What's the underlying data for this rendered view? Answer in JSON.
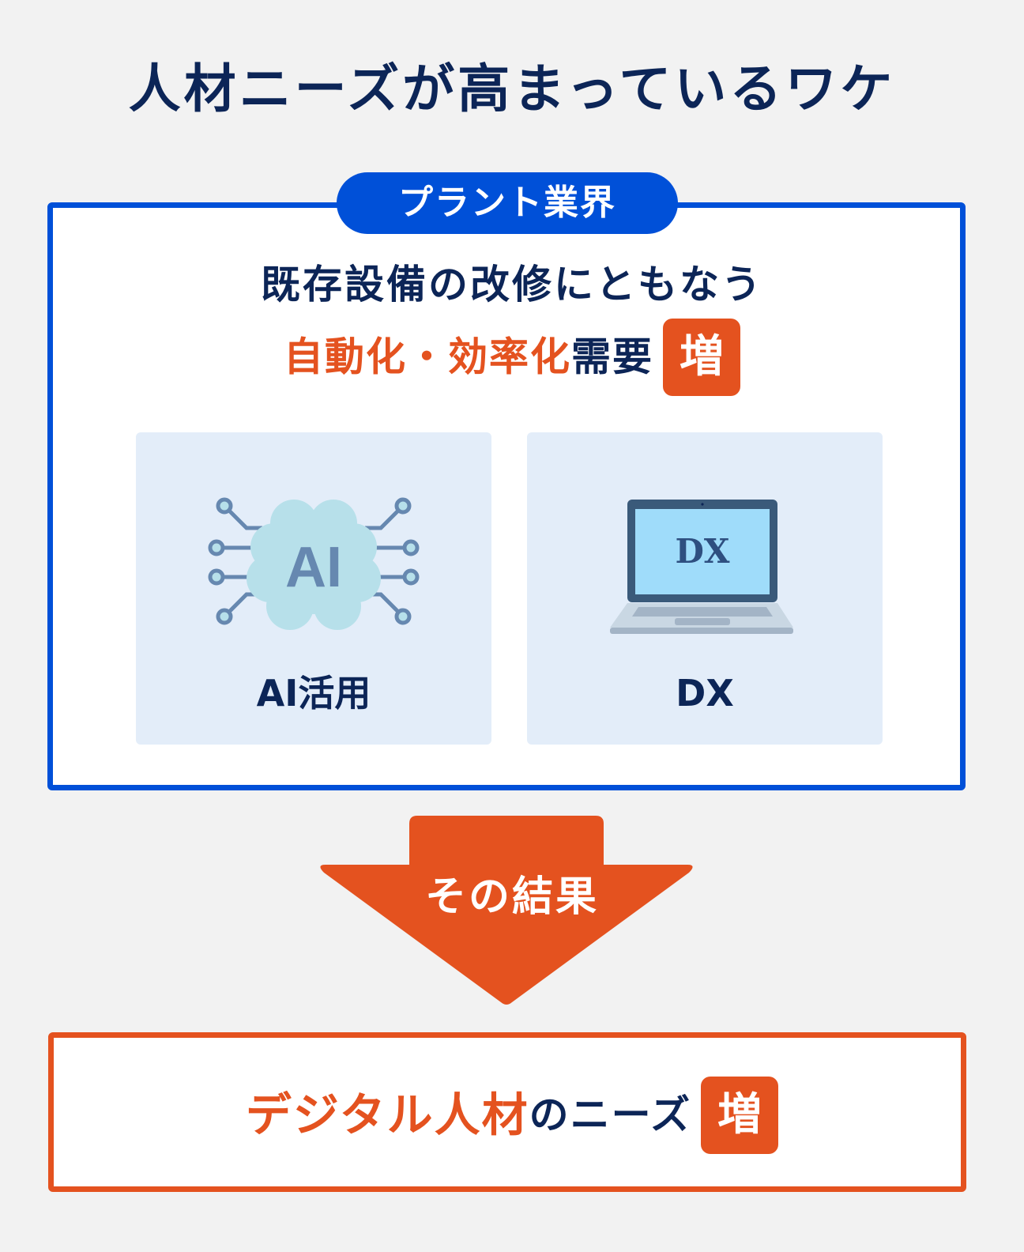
{
  "title": "人材ニーズが高まっているワケ",
  "plant_section": {
    "badge_label": "プラント業界",
    "headline_line1": "既存設備の改修にともなう",
    "headline_line2_highlight": "自動化・効率化",
    "headline_line2_rest": "需要",
    "increase_badge": "増",
    "cards": [
      {
        "label": "AI活用",
        "icon": "ai-brain-circuit-icon",
        "icon_text": "AI"
      },
      {
        "label": "DX",
        "icon": "laptop-icon",
        "icon_text": "DX"
      }
    ]
  },
  "arrow": {
    "label": "その結果",
    "icon": "down-arrow-icon"
  },
  "result": {
    "highlight": "デジタル人材",
    "rest": "のニーズ",
    "increase_badge": "増"
  },
  "colors": {
    "background": "#f2f2f2",
    "navy_text": "#0c2557",
    "blue_accent": "#0050d8",
    "orange_accent": "#e4521f",
    "card_background": "#e3edf9",
    "icon_blue": "#6688b0",
    "cloud_fill": "#b7e0ea",
    "laptop_frame": "#3a5a7a",
    "laptop_screen": "#9fdcfa"
  }
}
